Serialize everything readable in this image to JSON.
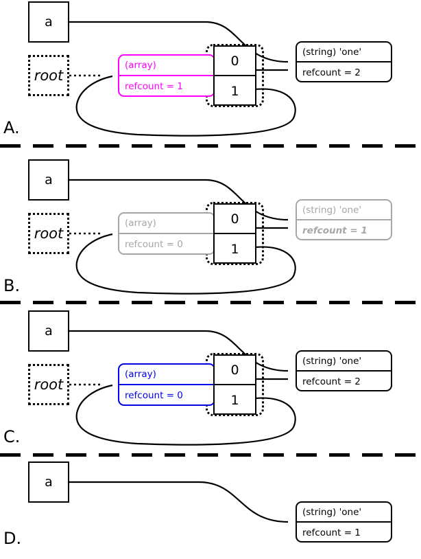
{
  "diagram": {
    "title": "PHP reference counting / garbage collection states",
    "separator_count": 3,
    "colors": {
      "black": "#000000",
      "magenta": "#ff00ff",
      "blue": "#0000ee",
      "grey": "#a6a6a6",
      "background": "#ffffff"
    }
  },
  "panels": [
    {
      "label": "A.",
      "variable": {
        "name": "a"
      },
      "root": {
        "name": "root"
      },
      "array": {
        "type_label": "(array)",
        "refcount_label": "refcount = 1",
        "color": "#ff00ff",
        "state": "highlighted"
      },
      "cells": [
        {
          "index": "0"
        },
        {
          "index": "1"
        }
      ],
      "string": {
        "type_label": "(string) 'one'",
        "refcount_label": "refcount = 2",
        "color": "#000000",
        "state": "normal"
      }
    },
    {
      "label": "B.",
      "variable": {
        "name": "a"
      },
      "root": {
        "name": "root"
      },
      "array": {
        "type_label": "(array)",
        "refcount_label": "refcount = 0",
        "color": "#a6a6a6",
        "state": "dimmed"
      },
      "cells": [
        {
          "index": "0"
        },
        {
          "index": "1"
        }
      ],
      "string": {
        "type_label": "(string) 'one'",
        "refcount_label": "refcount = 1",
        "color": "#a6a6a6",
        "state": "dimmed-emphasis"
      }
    },
    {
      "label": "C.",
      "variable": {
        "name": "a"
      },
      "root": {
        "name": "root"
      },
      "array": {
        "type_label": "(array)",
        "refcount_label": "refcount = 0",
        "color": "#0000ee",
        "state": "highlighted"
      },
      "cells": [
        {
          "index": "0"
        },
        {
          "index": "1"
        }
      ],
      "string": {
        "type_label": "(string) 'one'",
        "refcount_label": "refcount = 2",
        "color": "#000000",
        "state": "normal"
      }
    },
    {
      "label": "D.",
      "variable": {
        "name": "a"
      },
      "root": null,
      "array": null,
      "cells": null,
      "string": {
        "type_label": "(string) 'one'",
        "refcount_label": "refcount = 1",
        "color": "#000000",
        "state": "normal"
      }
    }
  ]
}
